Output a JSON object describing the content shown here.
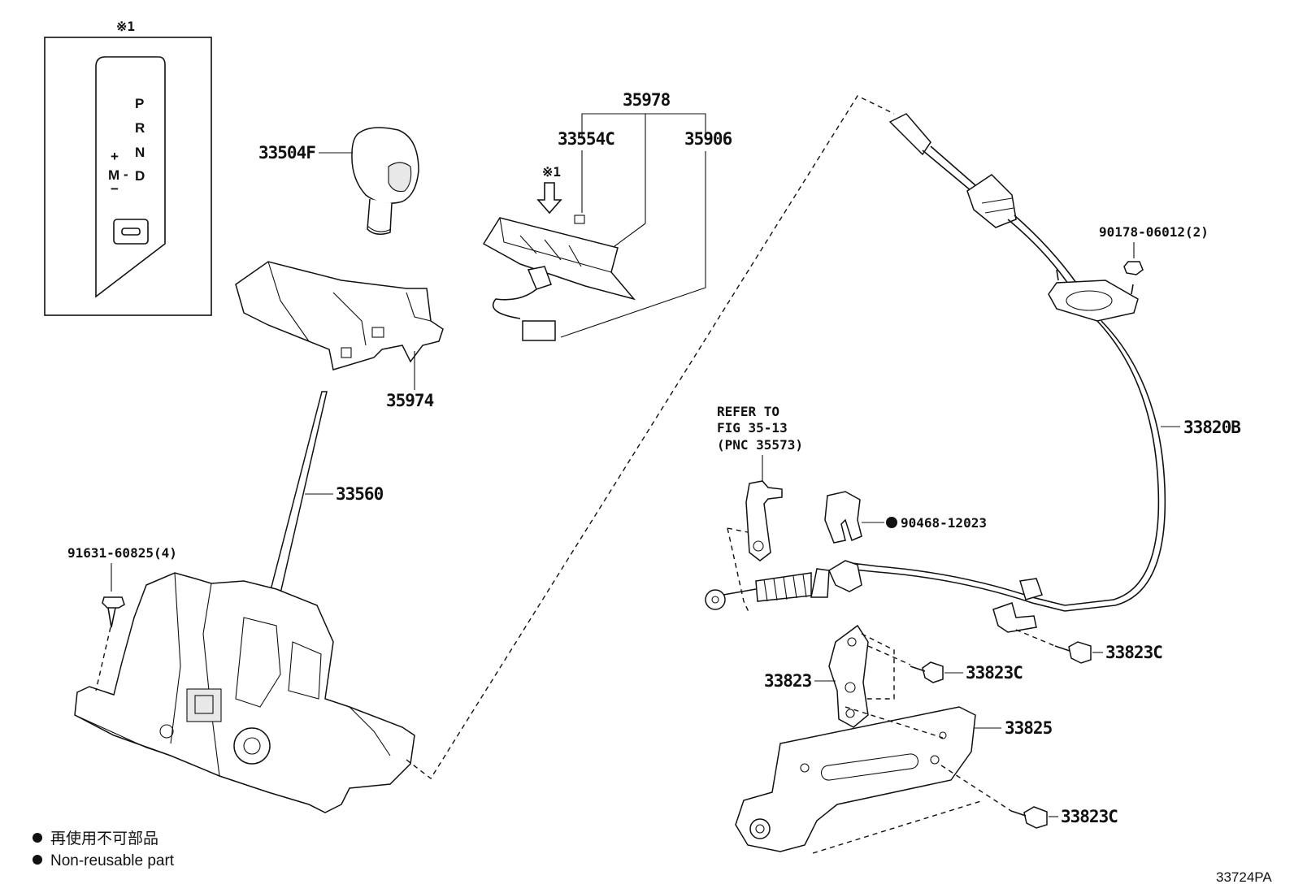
{
  "figure_id": "33724PA",
  "note_mark": "※1",
  "inset": {
    "gears": [
      "P",
      "R",
      "N",
      "D"
    ],
    "manual": {
      "plus": "+",
      "m": "M",
      "dash": "-",
      "minus": "−"
    }
  },
  "parts": {
    "knob": "33504F",
    "bezel_assy": "35978",
    "bezel_clip": "33554C",
    "indicator": "35906",
    "position_indicator_housing": "35974",
    "shift_lever": "33560",
    "lever_bolt": "91631-60825(4)",
    "nut": "90178-06012(2)",
    "cable": "33820B",
    "clip": "90468-12023",
    "bracket": "33823",
    "bolt_a": "33823C",
    "bolt_b": "33823C",
    "bolt_c": "33823C",
    "cable_bracket": "33825"
  },
  "refer": {
    "line1": "REFER TO",
    "line2": "FIG 35-13",
    "line3": "(PNC 35573)"
  },
  "legend": [
    {
      "symbol": "●",
      "text": "再使用不可部品"
    },
    {
      "symbol": "●",
      "text": "Non-reusable part"
    }
  ],
  "colors": {
    "ink": "#111111",
    "paper": "#ffffff"
  }
}
